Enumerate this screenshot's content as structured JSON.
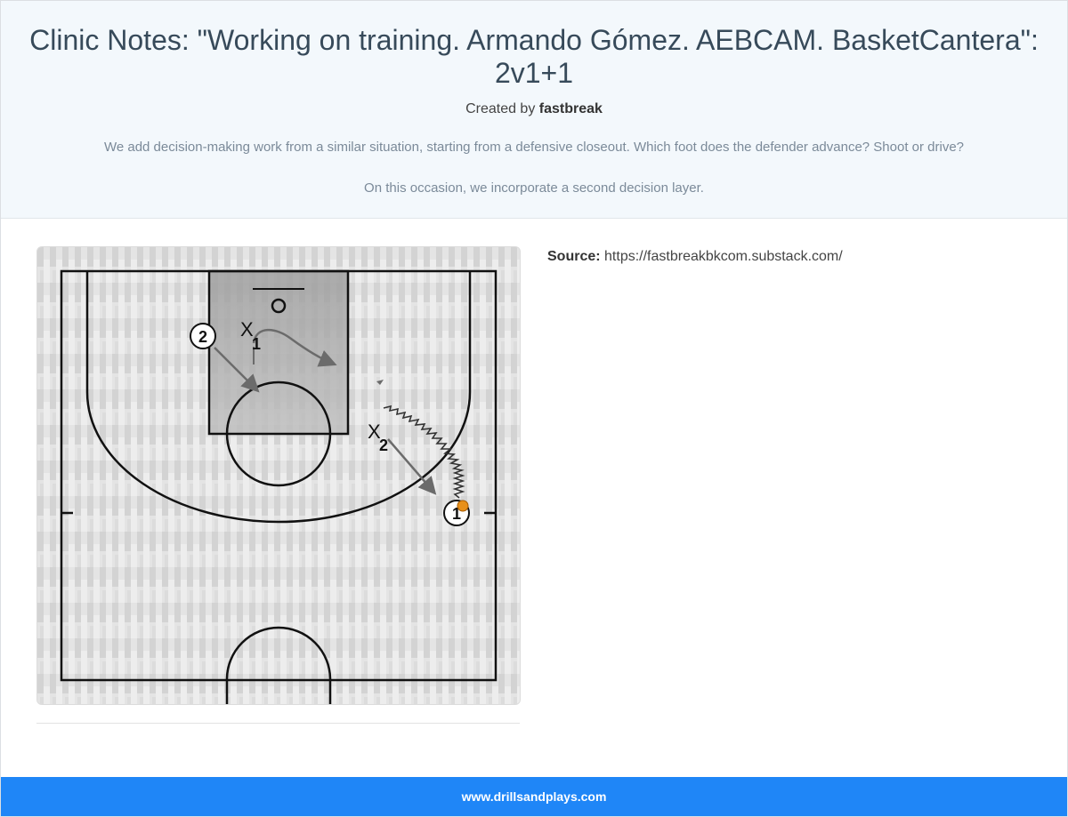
{
  "header": {
    "title": "Clinic Notes: \"Working on training. Armando Gómez. AEBCAM. BasketCantera\": 2v1+1",
    "created_by_label": "Created by",
    "author": "fastbreak",
    "description_1": "We add decision-making work from a similar situation, starting from a defensive closeout. Which foot does the defender advance? Shoot or drive?",
    "description_2": "On this occasion, we incorporate a second decision layer."
  },
  "diagram": {
    "players": [
      {
        "label": "1",
        "role": "offense",
        "has_ball": true
      },
      {
        "label": "2",
        "role": "offense",
        "has_ball": false
      }
    ],
    "defenders": [
      {
        "symbol": "X",
        "number": "1"
      },
      {
        "symbol": "X",
        "number": "2"
      }
    ],
    "colors": {
      "court_line": "#111111",
      "paint": "#8f8f8f",
      "movement": "#6b6b6b",
      "ball": "#e8901a"
    }
  },
  "source": {
    "label": "Source:",
    "url": "https://fastbreakbkcom.substack.com/"
  },
  "footer": {
    "site": "www.drillsandplays.com"
  }
}
